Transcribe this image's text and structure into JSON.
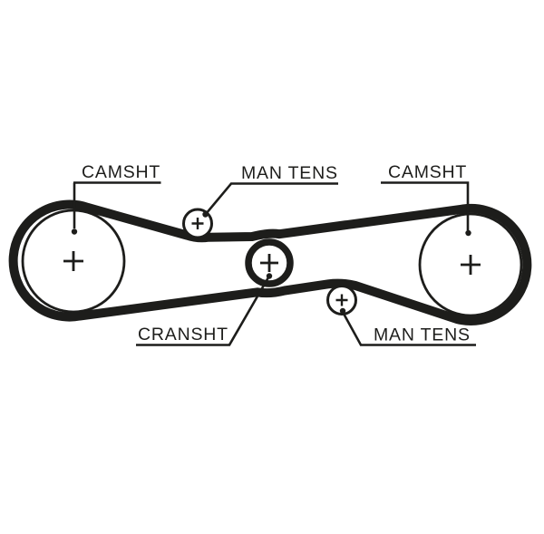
{
  "diagram": {
    "type": "timing-belt-routing-diagram",
    "ink_color": "#1d1d1b",
    "background_color": "#ffffff",
    "labels": {
      "camshaft_left": "CAMSHT",
      "tensioner_top": "MAN TENS",
      "camshaft_right": "CAMSHT",
      "crankshaft": "CRANSHT",
      "tensioner_bottom": "MAN TENS"
    }
  }
}
